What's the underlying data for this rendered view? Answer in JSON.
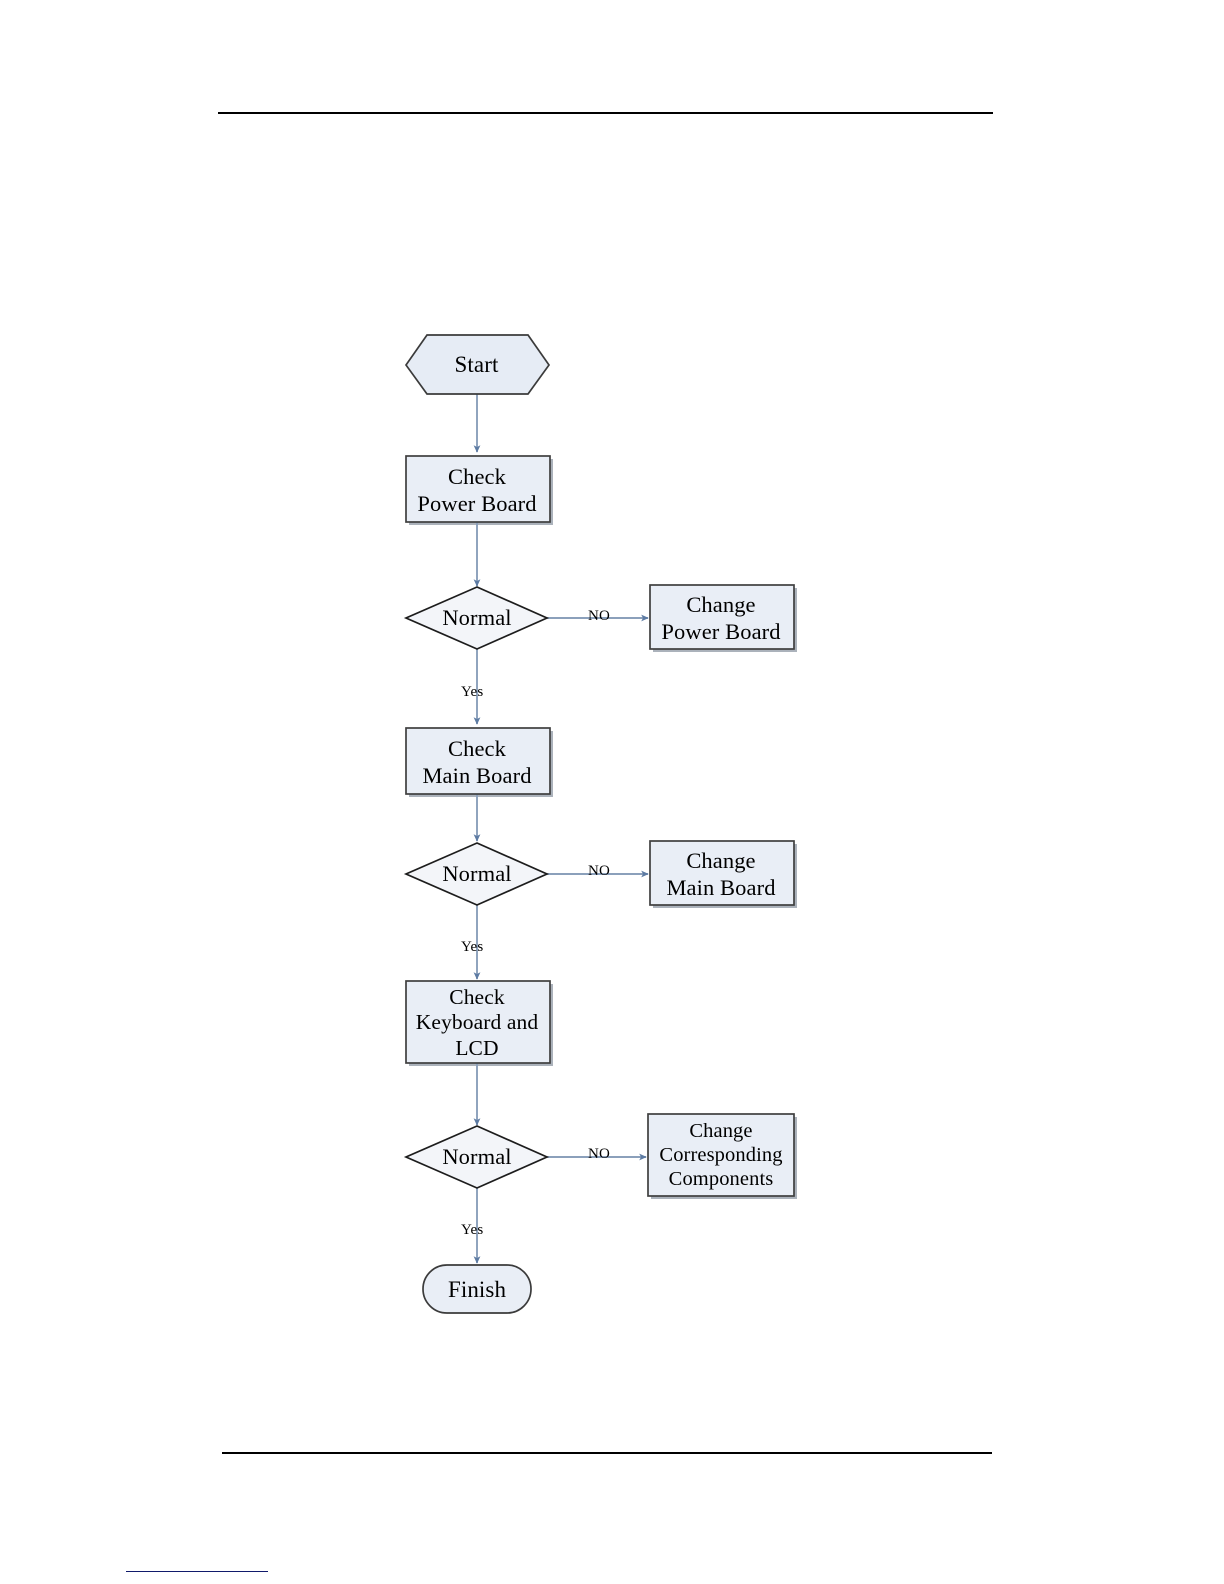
{
  "document": {
    "background_color": "#ffffff",
    "header_rule_color": "#000000",
    "footer_rule_color": "#000000",
    "footnote_rule_color": "#111a6b"
  },
  "diagram": {
    "type": "flowchart",
    "title": "",
    "palette": {
      "node_fill": "#e6ecf5",
      "node_border": "#3f3f3f",
      "decision_fill": "#f2f4f8",
      "decision_border": "#1a1a1a",
      "connector": "#7f96b2",
      "shadow": "#9aa3ad",
      "text": "#000000"
    },
    "nodes": [
      {
        "id": "start",
        "shape": "hexagon",
        "label": "Start"
      },
      {
        "id": "chkpower",
        "shape": "process",
        "label": "Check\nPower Board"
      },
      {
        "id": "dec1",
        "shape": "decision",
        "label": "Normal"
      },
      {
        "id": "chgpower",
        "shape": "process",
        "label": "Change\nPower Board"
      },
      {
        "id": "chkmain",
        "shape": "process",
        "label": "Check\nMain Board"
      },
      {
        "id": "dec2",
        "shape": "decision",
        "label": "Normal"
      },
      {
        "id": "chgmain",
        "shape": "process",
        "label": "Change\nMain Board"
      },
      {
        "id": "chkkbd",
        "shape": "process",
        "label": "Check\nKeyboard and\nLCD"
      },
      {
        "id": "dec3",
        "shape": "decision",
        "label": "Normal"
      },
      {
        "id": "chgcomp",
        "shape": "process",
        "label": "Change\nCorresponding\nComponents"
      },
      {
        "id": "finish",
        "shape": "stadium",
        "label": "Finish"
      }
    ],
    "edges": [
      {
        "from": "start",
        "to": "chkpower",
        "label": "",
        "direction": "down"
      },
      {
        "from": "chkpower",
        "to": "dec1",
        "label": "",
        "direction": "down"
      },
      {
        "from": "dec1",
        "to": "chgpower",
        "label": "NO",
        "direction": "right"
      },
      {
        "from": "dec1",
        "to": "chkmain",
        "label": "Yes",
        "direction": "down"
      },
      {
        "from": "chkmain",
        "to": "dec2",
        "label": "",
        "direction": "down"
      },
      {
        "from": "dec2",
        "to": "chgmain",
        "label": "NO",
        "direction": "right"
      },
      {
        "from": "dec2",
        "to": "chkkbd",
        "label": "Yes",
        "direction": "down"
      },
      {
        "from": "chkkbd",
        "to": "dec3",
        "label": "",
        "direction": "down"
      },
      {
        "from": "dec3",
        "to": "chgcomp",
        "label": "NO",
        "direction": "right"
      },
      {
        "from": "dec3",
        "to": "finish",
        "label": "Yes",
        "direction": "down"
      }
    ],
    "edge_labels": {
      "no_1": "NO",
      "no_2": "NO",
      "no_3": "NO",
      "yes_1": "Yes",
      "yes_2": "Yes",
      "yes_3": "Yes"
    }
  }
}
